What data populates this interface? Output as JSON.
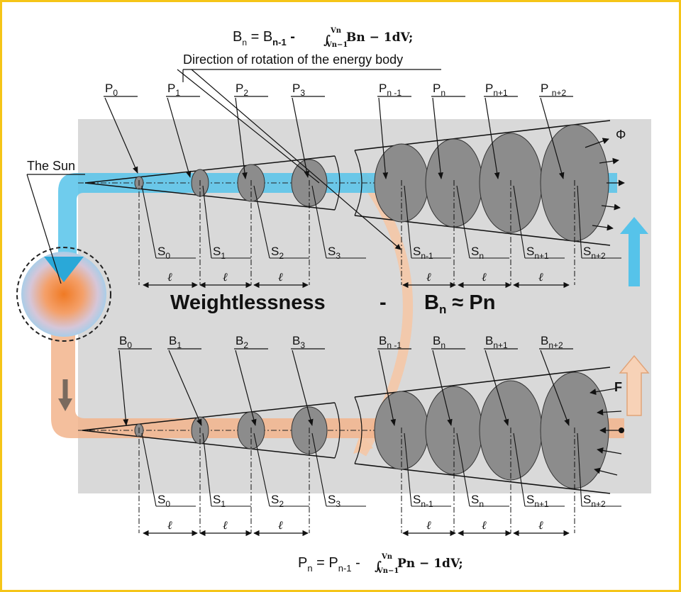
{
  "formula_top": {
    "lhs": "B",
    "lhs_sub": "n",
    "eq": " = B",
    "b_sub": "n-1",
    "minus": " - ",
    "integral": "∫",
    "upper": "Vn",
    "lower": "Vn−1",
    "integrand": " Bn − 1dV;"
  },
  "formula_bottom": {
    "lhs": "P",
    "lhs_sub": "n",
    "eq": " = P",
    "p_sub": "n-1",
    "minus": " - ",
    "integral": "∫",
    "upper": "Vn",
    "lower": "Vn−1",
    "integrand": " Pn − 1dV;"
  },
  "direction_label": "Direction of rotation of the energy body",
  "sun_label": "The Sun",
  "weightlessness": {
    "word": "Weightlessness",
    "dash": "-",
    "rel_b": "B",
    "rel_b_sub": "n",
    "rel": " ≈ Pn"
  },
  "phi_label": "Φ",
  "f_label": "F",
  "ell_symbol": "ℓ",
  "top_p_labels": [
    {
      "base": "P",
      "sub": "0"
    },
    {
      "base": "P",
      "sub": "1"
    },
    {
      "base": "P",
      "sub": "2"
    },
    {
      "base": "P",
      "sub": "3"
    },
    {
      "base": "P",
      "sub": "n -1"
    },
    {
      "base": "P",
      "sub": "n"
    },
    {
      "base": "P",
      "sub": "n+1"
    },
    {
      "base": "P ",
      "sub": "n+2"
    }
  ],
  "bottom_b_labels": [
    {
      "base": "B",
      "sub": "0"
    },
    {
      "base": "B",
      "sub": "1"
    },
    {
      "base": "B",
      "sub": "2"
    },
    {
      "base": "B",
      "sub": "3"
    },
    {
      "base": "B",
      "sub": "n -1"
    },
    {
      "base": "B",
      "sub": "n"
    },
    {
      "base": "B",
      "sub": "n+1"
    },
    {
      "base": "B",
      "sub": "n+2"
    }
  ],
  "s_labels": [
    {
      "base": "S",
      "sub": "0"
    },
    {
      "base": "S",
      "sub": "1"
    },
    {
      "base": "S",
      "sub": "2"
    },
    {
      "base": "S",
      "sub": "3"
    },
    {
      "base": "S",
      "sub": "n-1"
    },
    {
      "base": "S",
      "sub": "n"
    },
    {
      "base": "S",
      "sub": "n+1"
    },
    {
      "base": "S",
      "sub": "n+2"
    }
  ],
  "colors": {
    "border": "#f5c518",
    "panel": "#d9d9d9",
    "blue_stream": "#56c3ea",
    "orange_stream": "#f2b48c",
    "disc": "#8c8c8c",
    "sun_core": "#f08a3c",
    "sun_halo": "#a9cde8"
  }
}
